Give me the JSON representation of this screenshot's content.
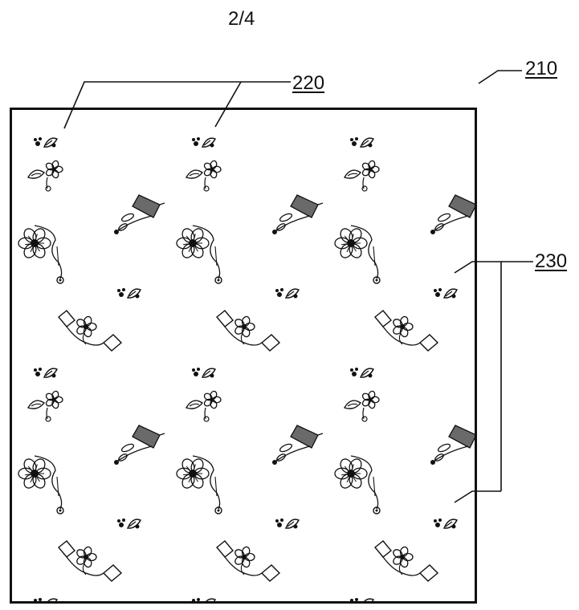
{
  "page": {
    "number": "2/4"
  },
  "references": {
    "sheet": "210",
    "repeat_unit": "220",
    "motif_group": "230"
  },
  "motifs": {
    "small_flower_sprig": "small-flower-sprig-icon",
    "flower_pair": "flower-pair-icon",
    "leaf_branch": "leaf-branch-icon",
    "large_flower_stem": "large-flower-stem-icon",
    "kite_flower_vine": "kite-flower-vine-icon"
  },
  "colors": {
    "ink": "#111111",
    "shade": "#6a6a6a",
    "paper": "#ffffff"
  }
}
